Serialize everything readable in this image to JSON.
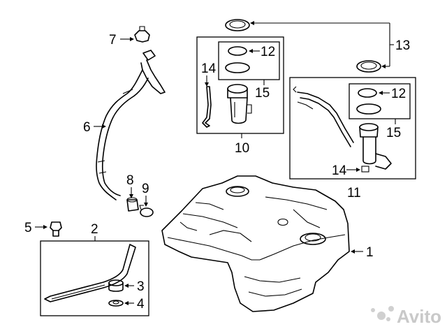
{
  "labels": {
    "p1": "1",
    "p2": "2",
    "p3": "3",
    "p4": "4",
    "p5": "5",
    "p6": "6",
    "p7": "7",
    "p8": "8",
    "p9": "9",
    "p10": "10",
    "p11": "11",
    "p12a": "12",
    "p12b": "12",
    "p13": "13",
    "p14a": "14",
    "p14b": "14",
    "p15a": "15",
    "p15b": "15"
  },
  "watermark": "Avito"
}
